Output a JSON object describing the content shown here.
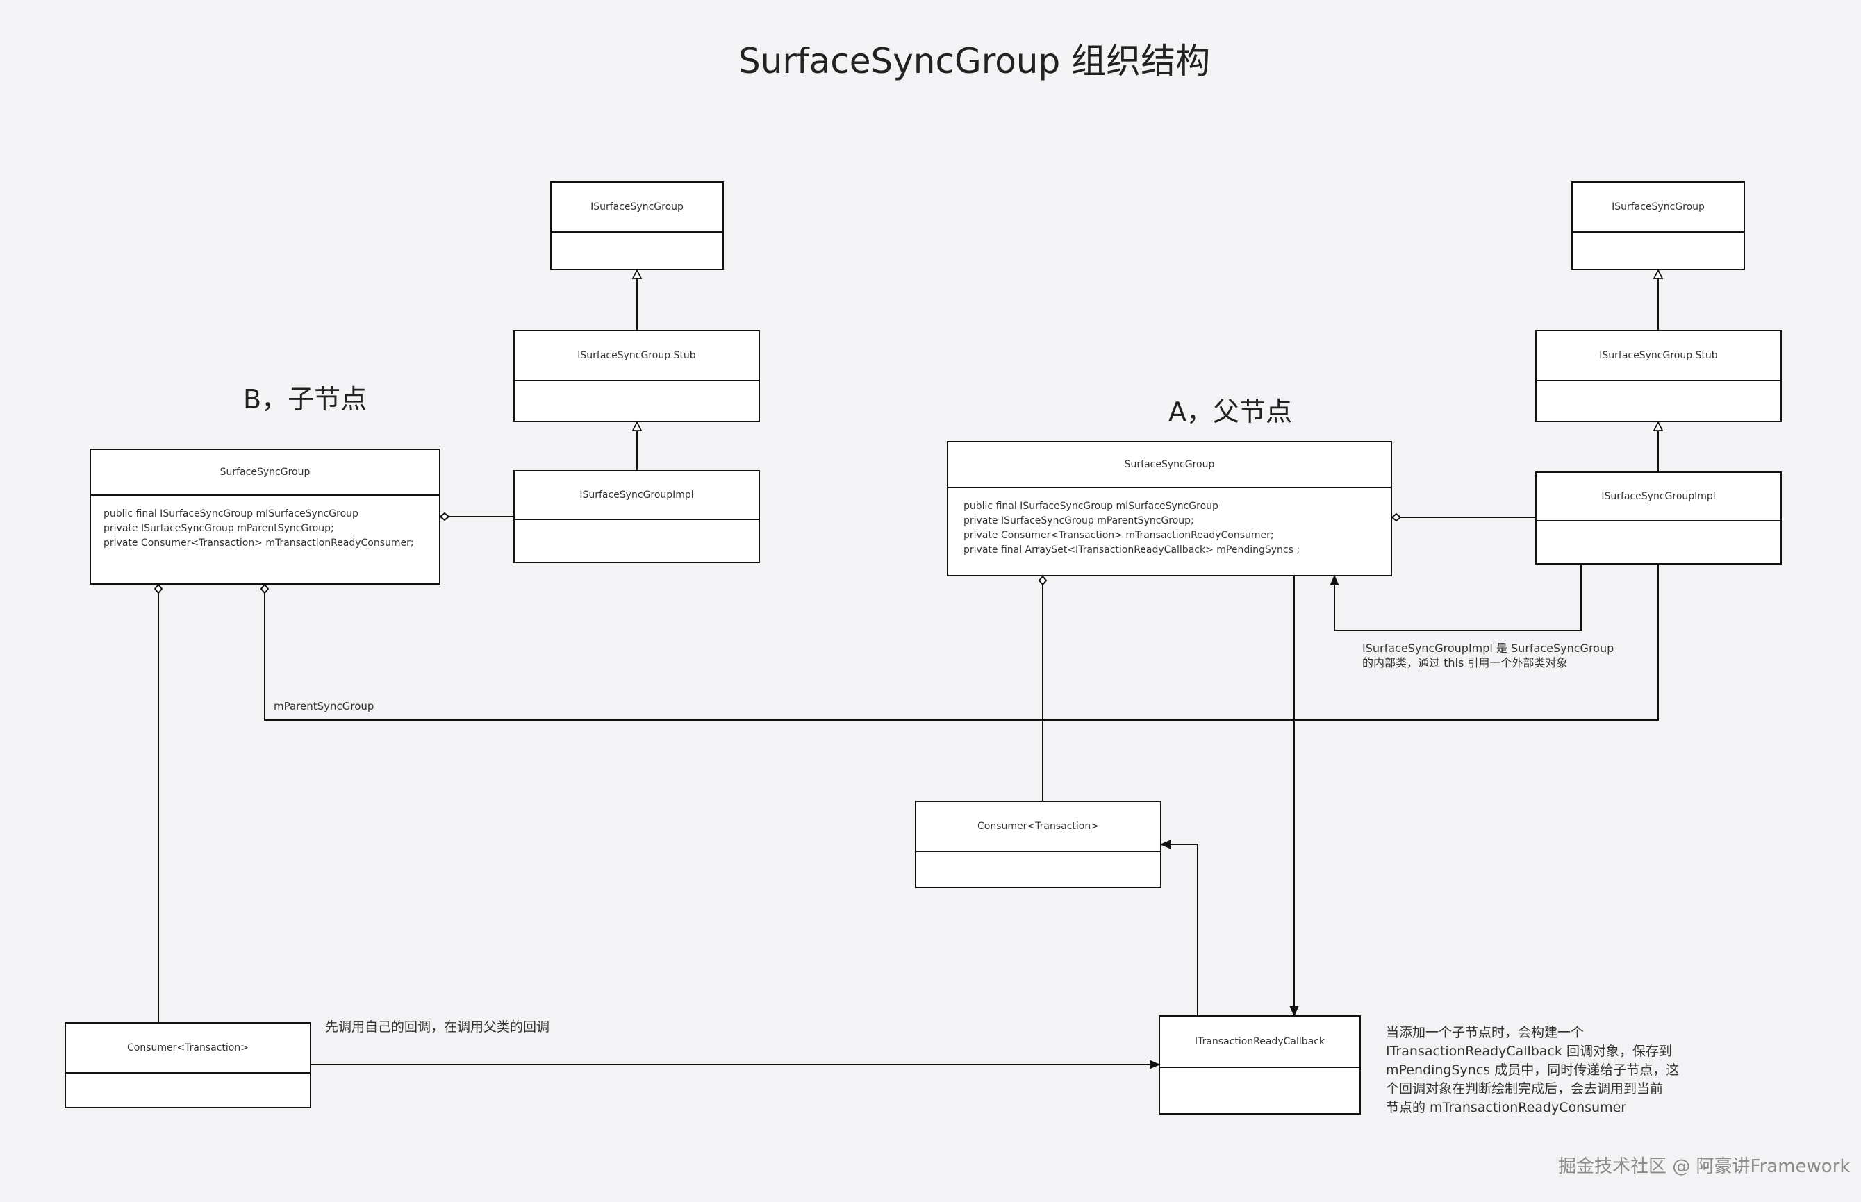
{
  "title": "SurfaceSyncGroup 组织结构",
  "sections": {
    "child": "B，子节点",
    "parent": "A，父节点"
  },
  "child_node": {
    "isurface": {
      "name": "ISurfaceSyncGroup",
      "body": ""
    },
    "stub": {
      "name": "ISurfaceSyncGroup.Stub",
      "body": ""
    },
    "impl": {
      "name": "ISurfaceSyncGroupImpl",
      "body": ""
    },
    "group": {
      "name": "SurfaceSyncGroup",
      "body": "public final ISurfaceSyncGroup mISurfaceSyncGroup\nprivate ISurfaceSyncGroup mParentSyncGroup;\nprivate Consumer<Transaction> mTransactionReadyConsumer;"
    },
    "consumer": {
      "name": "Consumer<Transaction>",
      "body": ""
    }
  },
  "parent_node": {
    "isurface": {
      "name": "ISurfaceSyncGroup",
      "body": ""
    },
    "stub": {
      "name": "ISurfaceSyncGroup.Stub",
      "body": ""
    },
    "impl": {
      "name": "ISurfaceSyncGroupImpl",
      "body": ""
    },
    "group": {
      "name": "SurfaceSyncGroup",
      "body": "public final ISurfaceSyncGroup mISurfaceSyncGroup\nprivate ISurfaceSyncGroup mParentSyncGroup;\nprivate Consumer<Transaction> mTransactionReadyConsumer;\nprivate final ArraySet<ITransactionReadyCallback> mPendingSyncs ;"
    },
    "consumer": {
      "name": "Consumer<Transaction>",
      "body": ""
    },
    "callback": {
      "name": "ITransactionReadyCallback",
      "body": ""
    }
  },
  "notes": {
    "impl_inner": "ISurfaceSyncGroupImpl 是 SurfaceSyncGroup\n的内部类，通过 this 引用一个外部类对象",
    "parent_link": "mParentSyncGroup",
    "callback_order": "先调用自己的回调，在调用父类的回调",
    "callback_desc": "当添加一个子节点时，会构建一个\nITransactionReadyCallback 回调对象，保存到\nmPendingSyncs 成员中，同时传递给子节点，这\n个回调对象在判断绘制完成后，会去调用到当前\n节点的 mTransactionReadyConsumer"
  },
  "watermark": "掘金技术社区 @ 阿豪讲Framework",
  "colors": {
    "background": "#f3f3f5",
    "line": "#111111",
    "box": "#ffffff"
  }
}
